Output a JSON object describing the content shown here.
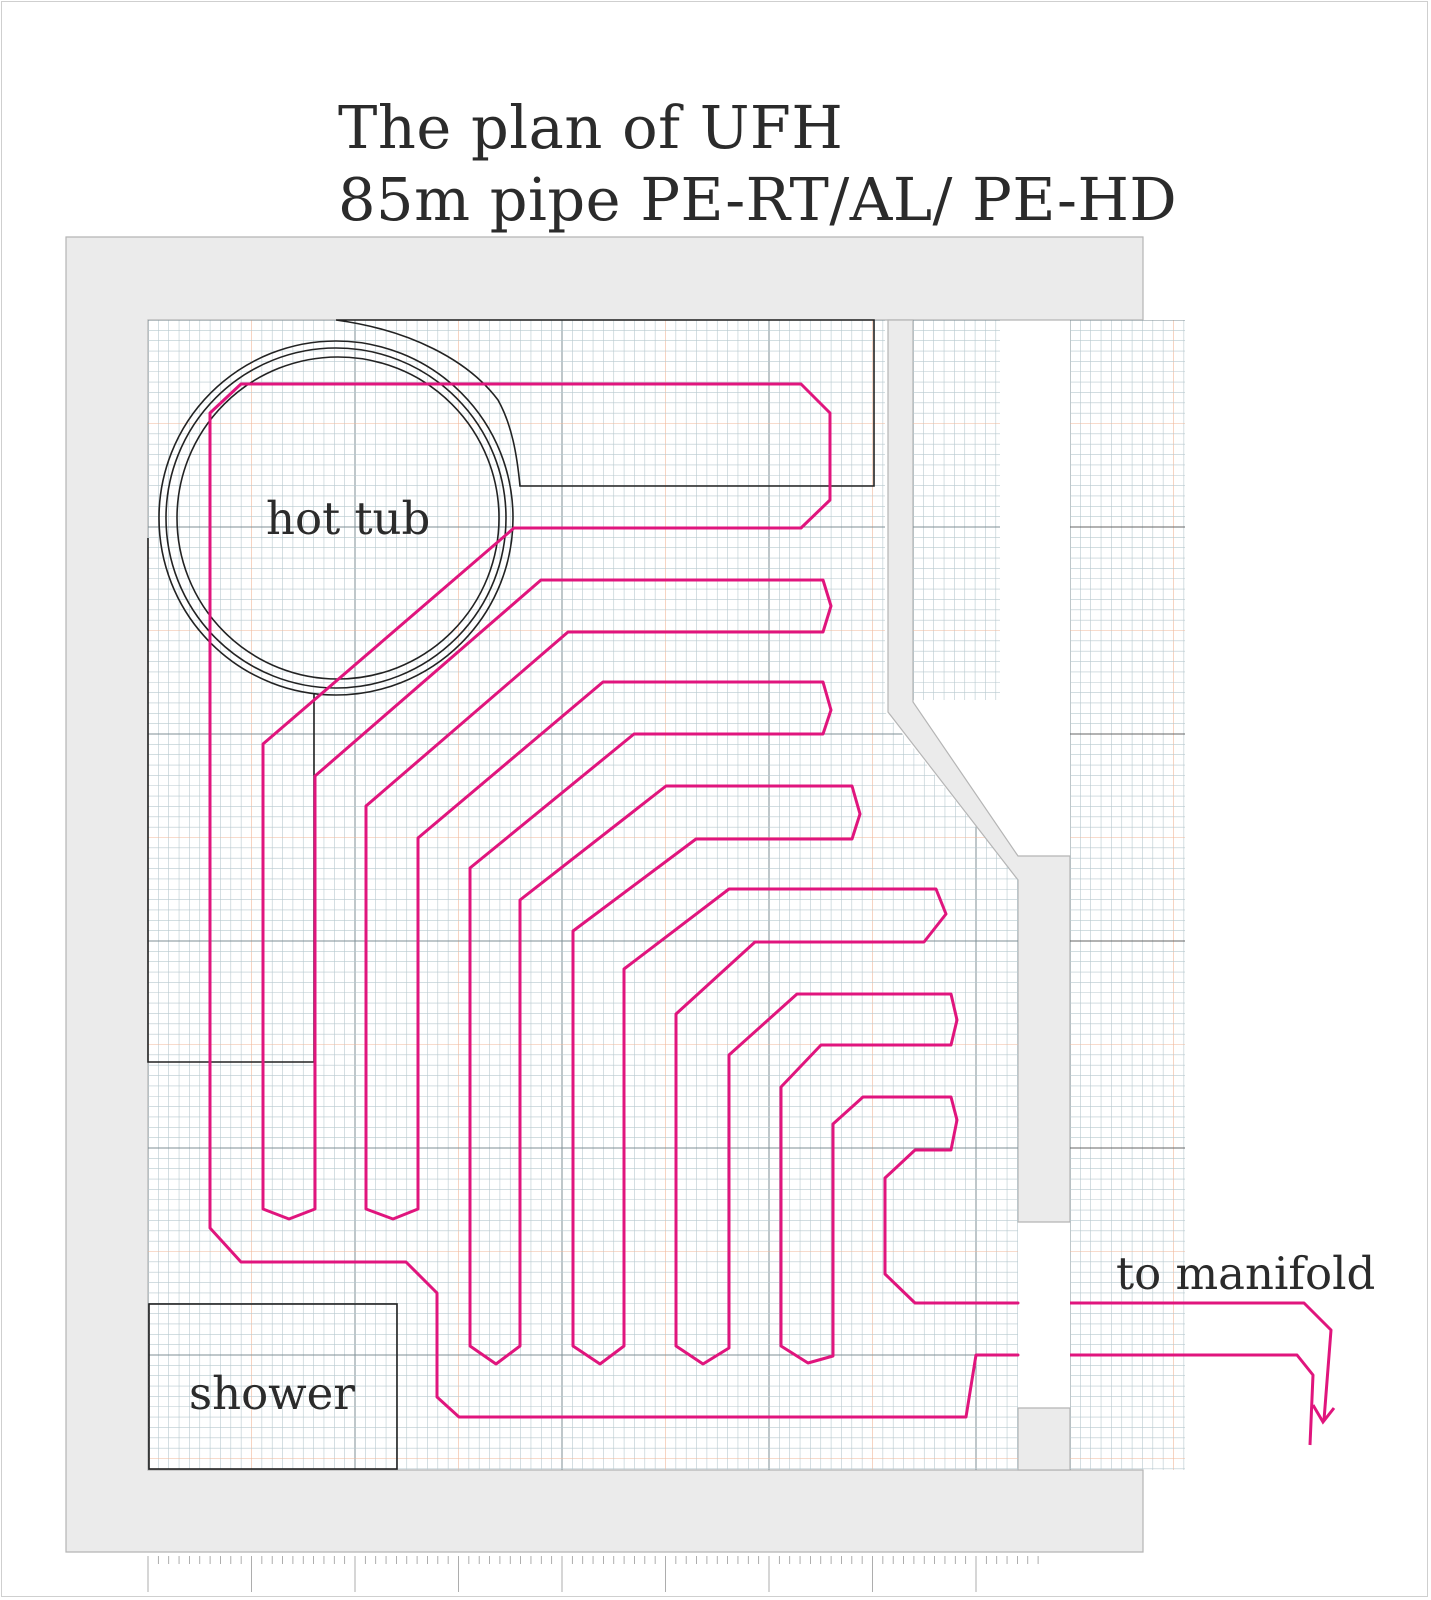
{
  "title": {
    "line1": "The plan of UFH",
    "line2": "85m pipe PE-RT/AL/ PE-HD"
  },
  "labels": {
    "hot_tub": "hot tub",
    "shower": "shower",
    "to_manifold": "to manifold"
  },
  "colors": {
    "pipe": "#e0157d",
    "wall": "#ebebeb",
    "outline": "#222222",
    "grid_minor": "#b8c9cf",
    "grid_major": "#7f8f96",
    "grid_accent": "#f2b89a"
  }
}
